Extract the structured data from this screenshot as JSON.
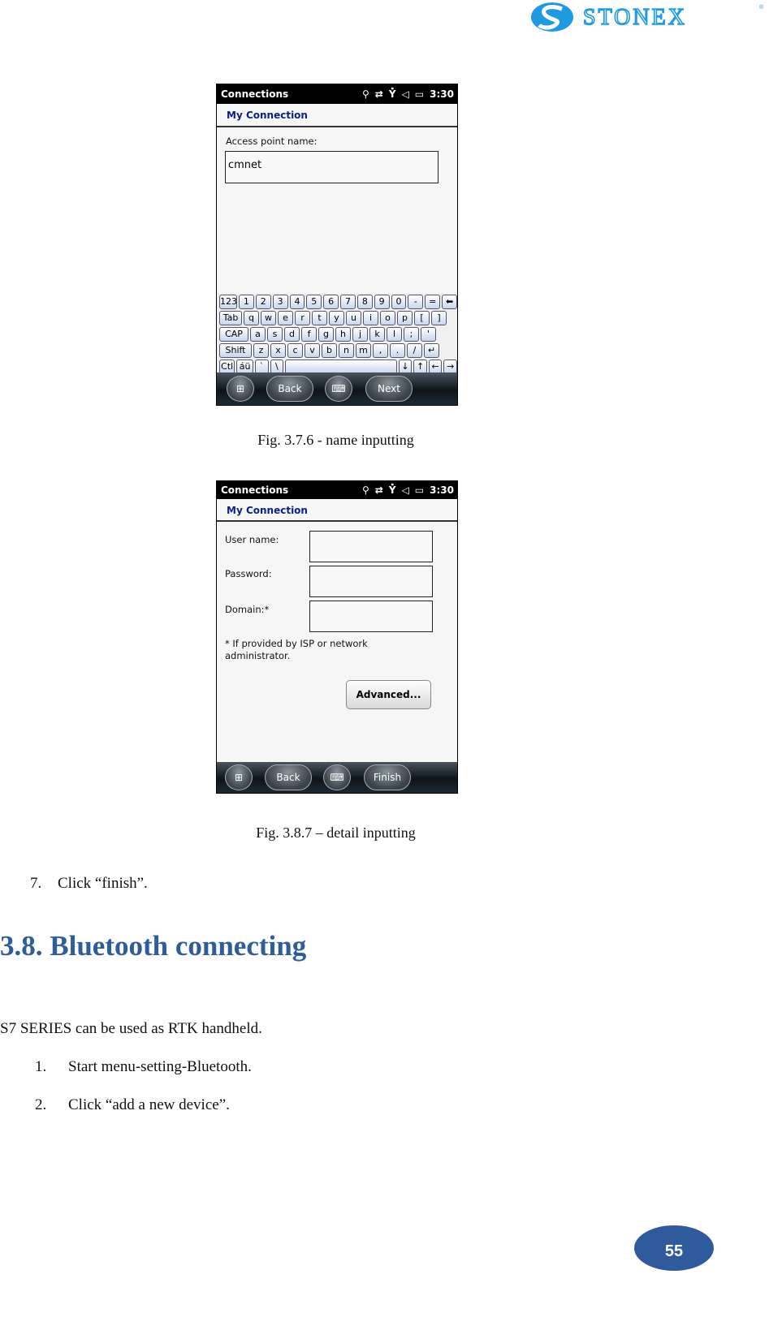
{
  "header": {
    "logo_text": "STONEX",
    "brand_color": "#1e9ae0"
  },
  "fig1": {
    "title": "Connections",
    "time": "3:30",
    "subtitle": "My Connection",
    "label": "Access point name:",
    "value": "cmnet",
    "keyboard": [
      [
        "123",
        "1",
        "2",
        "3",
        "4",
        "5",
        "6",
        "7",
        "8",
        "9",
        "0",
        "-",
        "=",
        "⬅"
      ],
      [
        "Tab",
        "q",
        "w",
        "e",
        "r",
        "t",
        "y",
        "u",
        "i",
        "o",
        "p",
        "[",
        "]"
      ],
      [
        "CAP",
        "a",
        "s",
        "d",
        "f",
        "g",
        "h",
        "j",
        "k",
        "l",
        ";",
        "'"
      ],
      [
        "Shift",
        "z",
        "x",
        "c",
        "v",
        "b",
        "n",
        "m",
        ",",
        ".",
        "/",
        "↵"
      ],
      [
        "Ctl",
        "áü",
        "`",
        "\\",
        " ",
        "↓",
        "↑",
        "←",
        "→"
      ]
    ],
    "back": "Back",
    "next": "Next",
    "caption": "Fig. 3.7.6 - name inputting"
  },
  "fig2": {
    "title": "Connections",
    "time": "3:30",
    "subtitle": "My Connection",
    "user_label": "User name:",
    "password_label": "Password:",
    "domain_label": "Domain:*",
    "user_value": "",
    "password_value": "",
    "domain_value": "",
    "note_line1": "* If provided by ISP or network",
    "note_line2": "administrator.",
    "advanced": "Advanced...",
    "back": "Back",
    "finish": "Finish",
    "caption": "Fig. 3.8.7 – detail inputting"
  },
  "body": {
    "step7": "7.",
    "step7_text": "Click “finish”.",
    "heading": "3.8.  Bluetooth connecting",
    "intro": "S7 SERIES can be used as RTK handheld.",
    "list": [
      {
        "n": "1.",
        "text": "Start menu-setting-Bluetooth."
      },
      {
        "n": "2.",
        "text": "Click “add a new device”."
      }
    ]
  },
  "page_number": "55"
}
